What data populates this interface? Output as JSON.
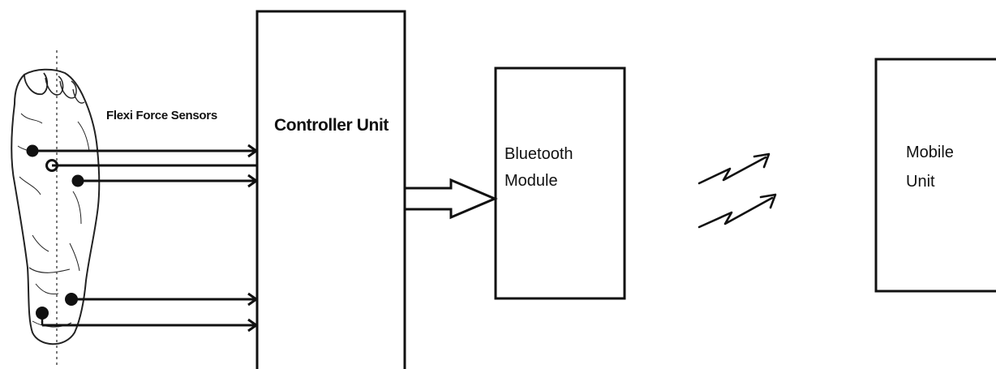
{
  "diagram": {
    "sensors_label": "Flexi Force Sensors",
    "controller": {
      "label": "Controller Unit"
    },
    "bluetooth": {
      "line1": "Bluetooth",
      "line2": "Module"
    },
    "mobile": {
      "line1": "Mobile",
      "line2": "Unit"
    },
    "icons": [
      "foot-illustration",
      "wireless-signal-icon"
    ],
    "colors": {
      "stroke": "#111111",
      "background": "#ffffff"
    }
  }
}
